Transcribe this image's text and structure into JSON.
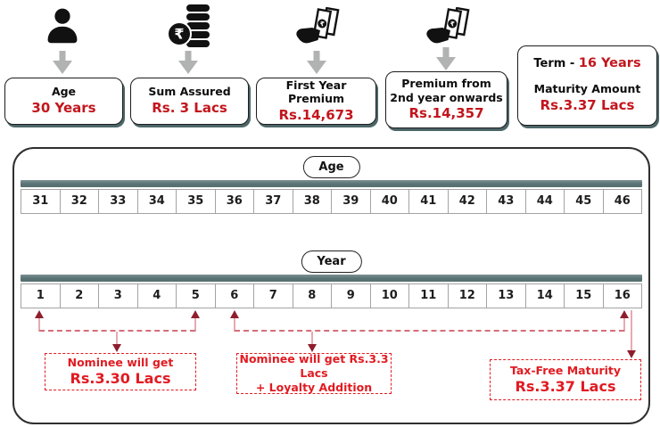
{
  "colors": {
    "value_red": "#c3161d",
    "annotation_red": "#e11b22",
    "arrowhead_maroon": "#8e1e2d",
    "stem_pink": "#e6aab1",
    "connector_pink": "#d56e79",
    "axis_bar_teal": "#587173",
    "card_shadow_teal": "#4d6668",
    "flow_arrow_gray": "#b1b2b2"
  },
  "top_cards": [
    {
      "icon": "person-icon",
      "title": "Age",
      "value": "30 Years"
    },
    {
      "icon": "rupee-coins-icon",
      "title": "Sum Assured",
      "value": "Rs. 3 Lacs"
    },
    {
      "icon": "money-hand-icon",
      "title": "First Year Premium",
      "value": "Rs.14,673"
    },
    {
      "icon": "money-hand-icon",
      "title": "Premium from",
      "title2": "2nd year onwards",
      "value": "Rs.14,357"
    }
  ],
  "term_card": {
    "term_label": "Term  -",
    "term_value": "16 Years",
    "maturity_label": "Maturity Amount",
    "maturity_value": "Rs.3.37 Lacs"
  },
  "timeline": {
    "age_label": "Age",
    "year_label": "Year",
    "ages": [
      "31",
      "32",
      "33",
      "34",
      "35",
      "36",
      "37",
      "38",
      "39",
      "40",
      "41",
      "42",
      "43",
      "44",
      "45",
      "46"
    ],
    "years": [
      "1",
      "2",
      "3",
      "4",
      "5",
      "6",
      "7",
      "8",
      "9",
      "10",
      "11",
      "12",
      "13",
      "14",
      "15",
      "16"
    ]
  },
  "annotations": {
    "nominee_1": {
      "line1": "Nominee will get",
      "line2": "Rs.3.30 Lacs"
    },
    "nominee_2": {
      "line1": "Nominee will get Rs.3.3 Lacs",
      "line2": "+ Loyalty Addition"
    },
    "maturity": {
      "line1": "Tax-Free Maturity",
      "line2": "Rs.3.37 Lacs"
    }
  }
}
